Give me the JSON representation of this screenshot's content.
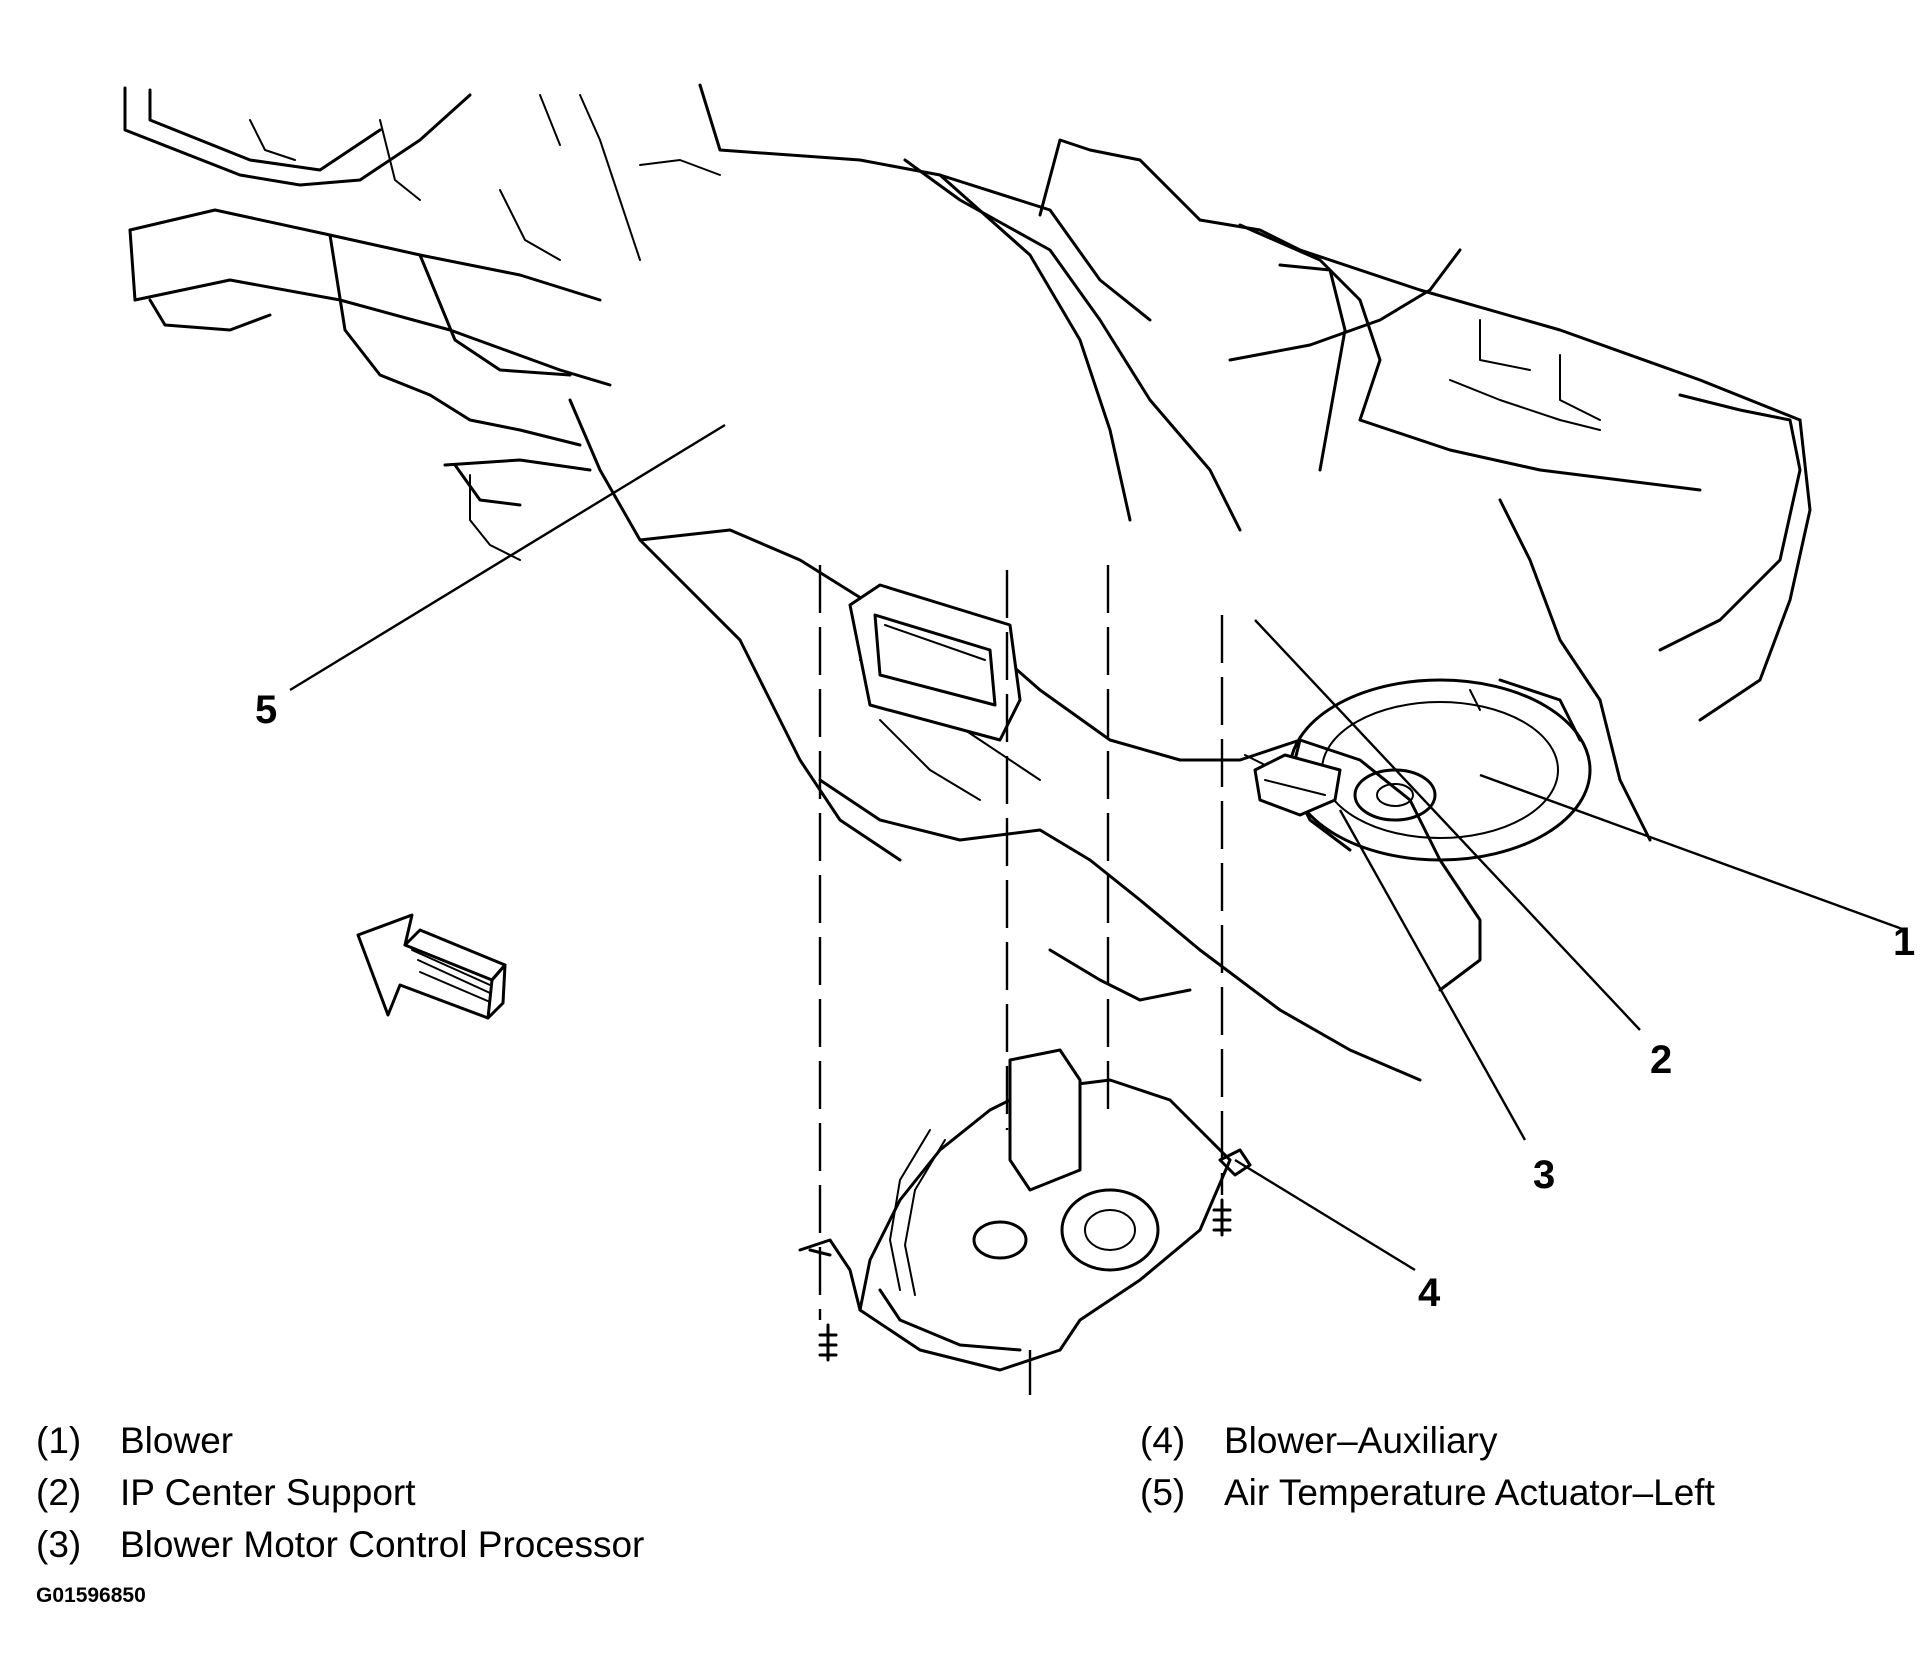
{
  "callouts": {
    "c1": "1",
    "c2": "2",
    "c3": "3",
    "c4": "4",
    "c5": "5"
  },
  "legend": [
    {
      "num": "(1)",
      "label": "Blower"
    },
    {
      "num": "(2)",
      "label": "IP Center Support"
    },
    {
      "num": "(3)",
      "label": "Blower Motor Control Processor"
    },
    {
      "num": "(4)",
      "label": "Blower–Auxiliary"
    },
    {
      "num": "(5)",
      "label": "Air Temperature Actuator–Left"
    }
  ],
  "figure_id": "G01596850"
}
